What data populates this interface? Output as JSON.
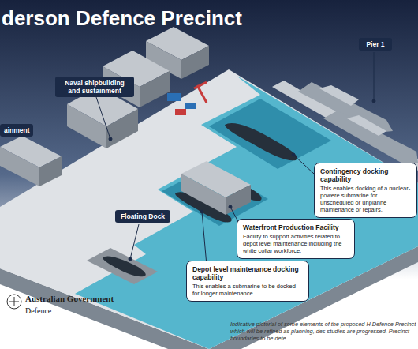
{
  "diagram": {
    "title": "derson Defence Precinct",
    "caption": "Indicative pictorial of some elements of the proposed H Defence Precinct which will be refined as planning, des studies are progressed. Precinct boundaries to be dete",
    "nodes": [
      {
        "text": [
          "Pier 1"
        ]
      },
      {
        "text": [
          "Naval shipbuilding and sustainment"
        ]
      },
      {
        "text": [
          "ainment"
        ]
      },
      {
        "text": [
          "Contingency docking capability",
          "This enables docking of a nuclear-powere submarine for unscheduled or unplanne maintenance or repairs."
        ]
      },
      {
        "text": [
          "Floating Dock"
        ]
      },
      {
        "text": [
          "Waterfront Production Facility",
          "Facility to support activities related to depot level maintenance including the white collar workforce."
        ]
      },
      {
        "text": [
          "Depot level maintenance docking capability",
          "This enables a submarine to be docked for longer maintenance."
        ]
      }
    ],
    "labels": [
      "Australian Government",
      "Defence"
    ]
  }
}
